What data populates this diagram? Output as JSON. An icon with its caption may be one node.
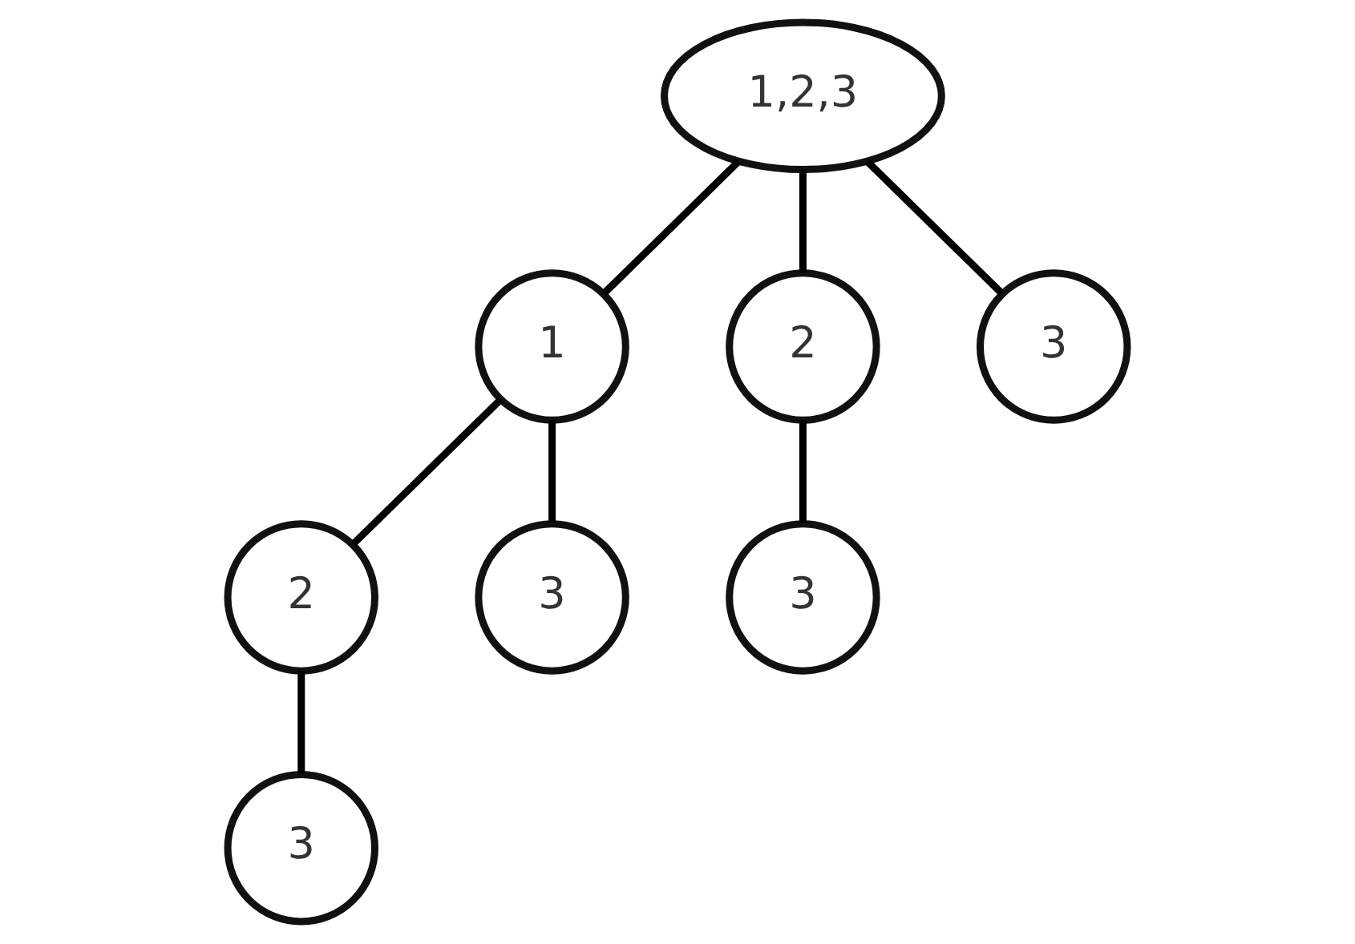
{
  "diagram": {
    "nodes": [
      {
        "text": [
          "1,2,3"
        ]
      },
      {
        "text": [
          "1"
        ]
      },
      {
        "text": [
          "2"
        ]
      },
      {
        "text": [
          "3"
        ]
      },
      {
        "text": [
          "2"
        ]
      },
      {
        "text": [
          "3"
        ]
      },
      {
        "text": [
          "3"
        ]
      },
      {
        "text": [
          "3"
        ]
      }
    ],
    "edges": [
      {
        "from": 0,
        "to": 1,
        "arrow": "none"
      },
      {
        "from": 0,
        "to": 2,
        "arrow": "none"
      },
      {
        "from": 0,
        "to": 3,
        "arrow": "none"
      },
      {
        "from": 1,
        "to": 4,
        "arrow": "none"
      },
      {
        "from": 1,
        "to": 5,
        "arrow": "none"
      },
      {
        "from": 2,
        "to": 6,
        "arrow": "none"
      },
      {
        "from": 4,
        "to": 7,
        "arrow": "none"
      }
    ]
  }
}
